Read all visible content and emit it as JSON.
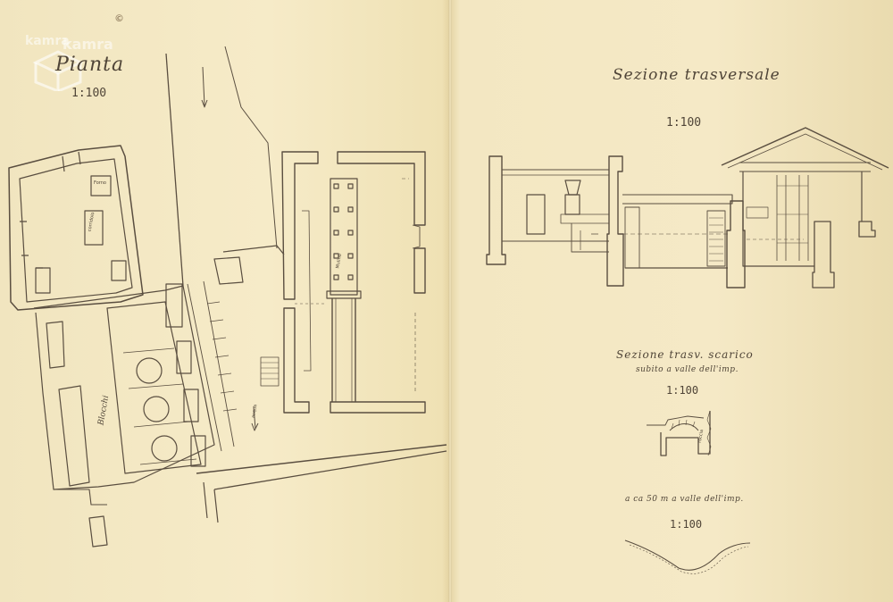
{
  "watermark": {
    "text": "kamra",
    "copyright": "©"
  },
  "plan": {
    "title": "Pianta",
    "scale": "1:100",
    "room_labels": {
      "forno": "Forno",
      "sinistra": "corridoio",
      "blocchi": "Blocchi",
      "center": "Mulino",
      "arrow_note": "acqua"
    }
  },
  "section_main": {
    "title": "Sezione trasversale",
    "scale": "1:100"
  },
  "section_discharge": {
    "title": "Sezione trasv. scarico",
    "subtitle": "subito a valle dell'imp.",
    "scale": "1:100",
    "side_label": "roccia"
  },
  "section_downstream": {
    "note": "a ca 50 m a valle dell'imp.",
    "scale": "1:100"
  },
  "palette": {
    "paper": "#f4e8c3",
    "ink": "#5a4e40"
  }
}
